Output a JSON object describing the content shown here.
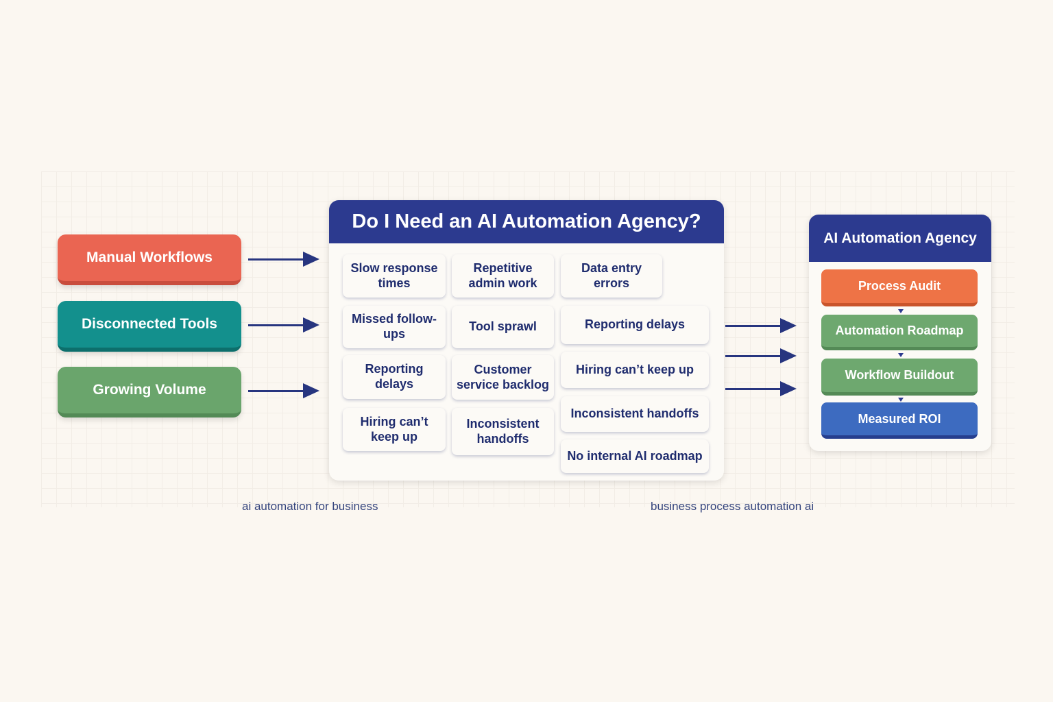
{
  "inputs": [
    {
      "label": "Manual Workflows",
      "color": "#ea6552"
    },
    {
      "label": "Disconnected Tools",
      "color": "#13908d"
    },
    {
      "label": "Growing Volume",
      "color": "#6aa56c"
    }
  ],
  "center": {
    "title": "Do I Need an AI Automation Agency?",
    "col1": [
      "Slow response times",
      "Missed follow-ups",
      "Reporting delays",
      "Hiring can’t keep up"
    ],
    "col2": [
      "Repetitive admin work",
      "Tool sprawl",
      "Customer service backlog",
      "Inconsistent handoffs"
    ],
    "col3": [
      "Data entry errors",
      "Reporting delays",
      "Hiring can’t keep up",
      "Inconsistent handoffs",
      "No internal AI roadmap"
    ]
  },
  "agency": {
    "title": "AI Automation Agency",
    "steps": [
      {
        "label": "Process Audit",
        "color": "#ee7346"
      },
      {
        "label": "Automation Roadmap",
        "color": "#6ea86f"
      },
      {
        "label": "Workflow Buildout",
        "color": "#6ea86f"
      },
      {
        "label": "Measured ROI",
        "color": "#3d6bc0"
      }
    ]
  },
  "captions": {
    "left": "ai automation for business",
    "right": "business process automation ai"
  },
  "colors": {
    "navy": "#2c3a8f",
    "background": "#fbf7f1"
  }
}
